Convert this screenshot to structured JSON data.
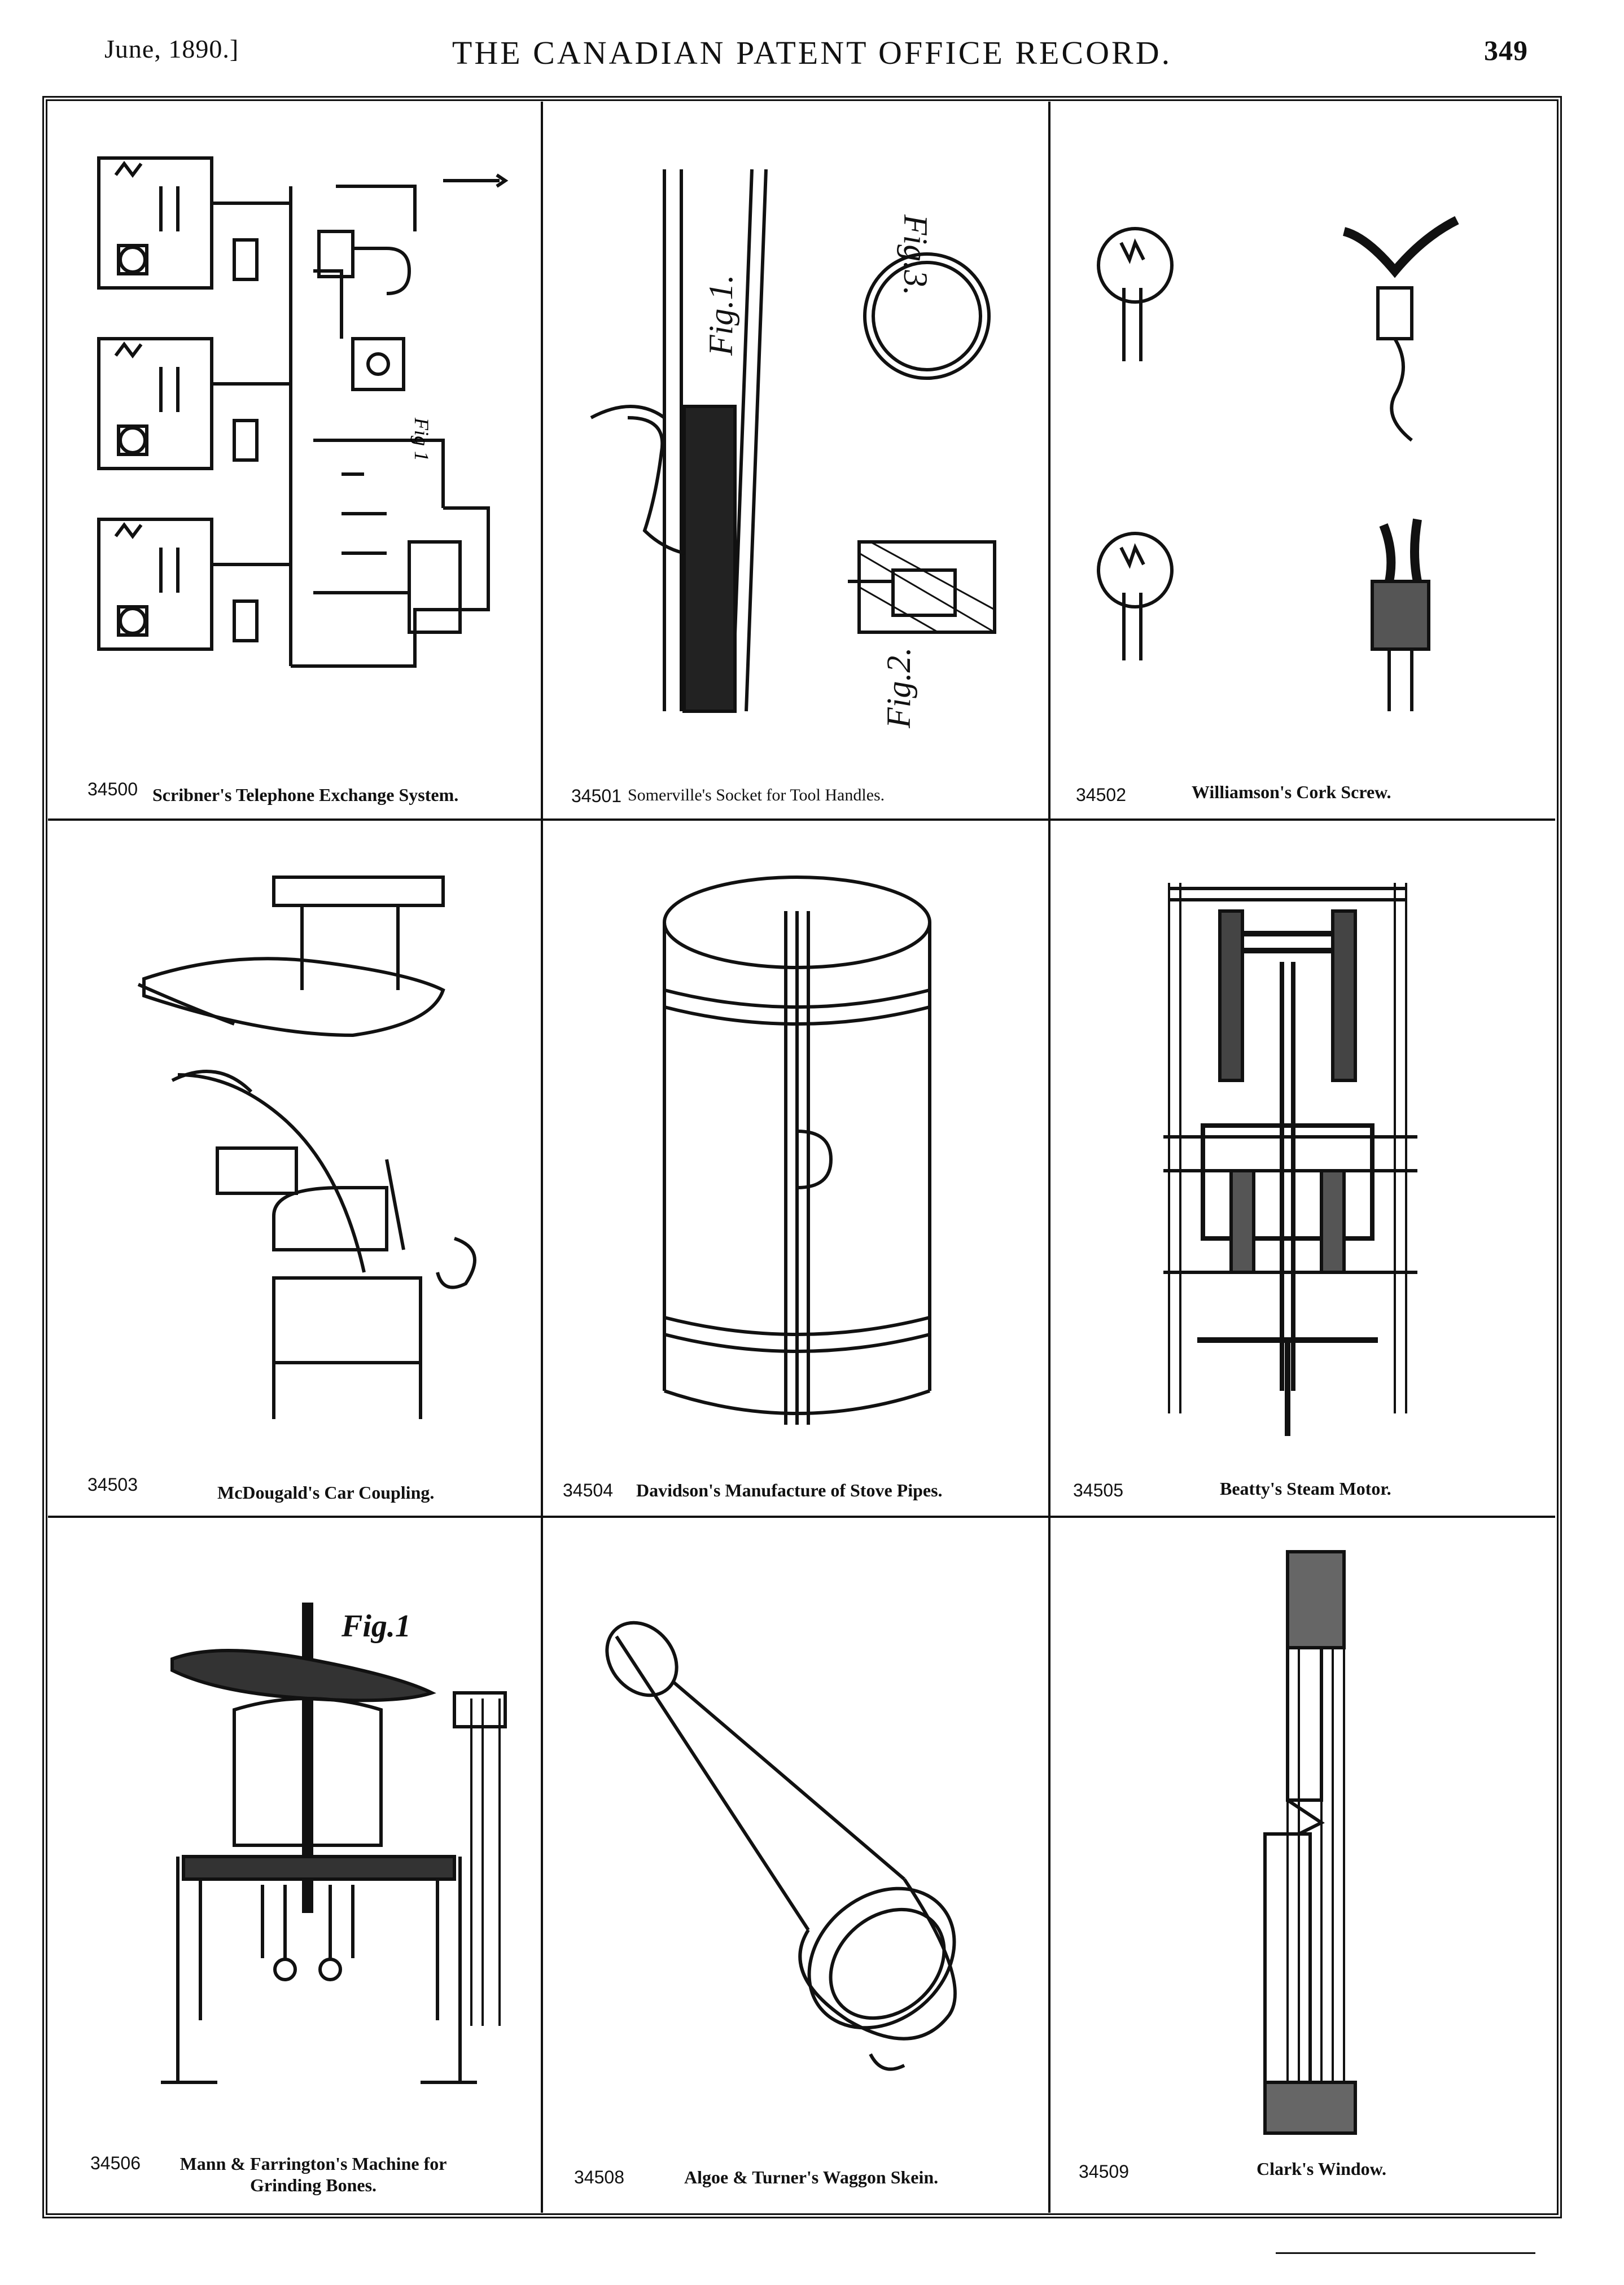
{
  "header": {
    "date": "June, 1890.]",
    "title": "THE CANADIAN PATENT OFFICE RECORD.",
    "page_number": "349"
  },
  "patents": [
    {
      "number": "34500",
      "caption": "Scribner's Telephone Exchange System."
    },
    {
      "number": "34501",
      "caption": "Somerville's Socket for Tool Handles."
    },
    {
      "number": "34502",
      "caption": "Williamson's Cork Screw."
    },
    {
      "number": "34503",
      "caption": "McDougald's Car Coupling."
    },
    {
      "number": "34504",
      "caption": "Davidson's Manufacture of Stove Pipes."
    },
    {
      "number": "34505",
      "caption": "Beatty's Steam Motor."
    },
    {
      "number": "34506",
      "caption": "Mann & Farrington's Machine for Grinding Bones."
    },
    {
      "number": "34508",
      "caption": "Algoe & Turner's Waggon Skein."
    },
    {
      "number": "34509",
      "caption": "Clark's Window."
    }
  ],
  "figure_labels": {
    "fig1": "Fig.1.",
    "fig2": "Fig.2.",
    "fig3": "Fig.3.",
    "fig1_bones": "Fig.1"
  }
}
